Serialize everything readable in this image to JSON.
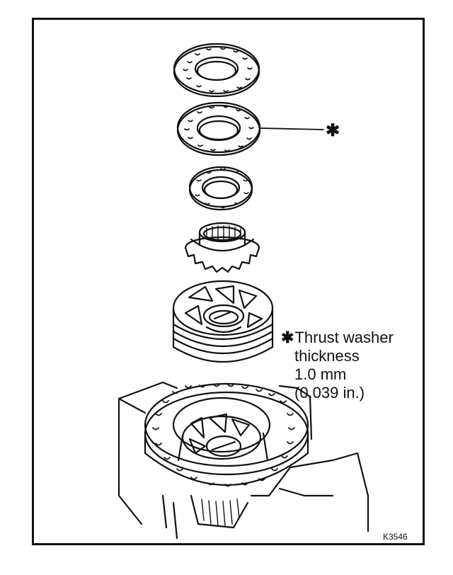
{
  "callout": {
    "marker": "✱"
  },
  "note": {
    "marker": "✱",
    "line1": "Thrust washer",
    "line2": "thickness",
    "line3": "1.0 mm",
    "line4": "(0.039 in.)"
  },
  "figure_code": "K3546",
  "parts": [
    {
      "icon": "thrust-washer-top-icon"
    },
    {
      "icon": "thrust-washer-selected-icon"
    },
    {
      "icon": "thrust-washer-small-icon"
    },
    {
      "icon": "side-gear-icon"
    },
    {
      "icon": "differential-case-upper-icon"
    },
    {
      "icon": "differential-case-lower-icon"
    }
  ],
  "colors": {
    "ink": "#111111",
    "paper": "#ffffff"
  }
}
